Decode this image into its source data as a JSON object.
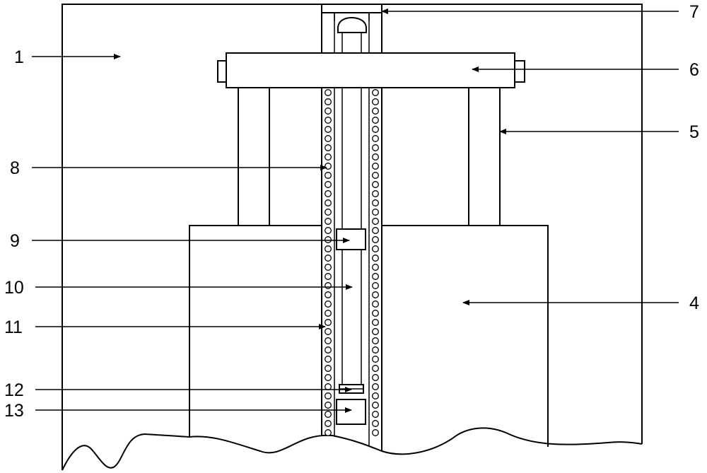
{
  "labels": {
    "l1": "1",
    "l4": "4",
    "l5": "5",
    "l6": "6",
    "l7": "7",
    "l8": "8",
    "l9": "9",
    "l10": "10",
    "l11": "11",
    "l12": "12",
    "l13": "13"
  }
}
